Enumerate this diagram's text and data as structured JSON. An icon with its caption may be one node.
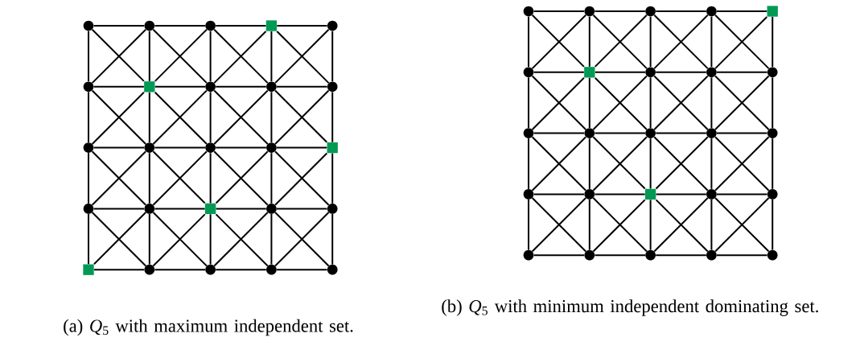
{
  "diagram": {
    "nodes": [
      {
        "text": [],
        "shape": "circle"
      },
      {
        "text": [],
        "shape": "circle"
      },
      {
        "text": [],
        "shape": "circle"
      },
      {
        "text": [],
        "shape": "box"
      },
      {
        "text": [],
        "shape": "circle"
      },
      {
        "text": [],
        "shape": "circle"
      },
      {
        "text": [],
        "shape": "box"
      },
      {
        "text": [],
        "shape": "circle"
      },
      {
        "text": [],
        "shape": "circle"
      },
      {
        "text": [],
        "shape": "circle"
      },
      {
        "text": [],
        "shape": "circle"
      },
      {
        "text": [],
        "shape": "circle"
      },
      {
        "text": [],
        "shape": "circle"
      },
      {
        "text": [],
        "shape": "circle"
      },
      {
        "text": [],
        "shape": "box"
      },
      {
        "text": [],
        "shape": "circle"
      },
      {
        "text": [],
        "shape": "circle"
      },
      {
        "text": [],
        "shape": "box"
      },
      {
        "text": [],
        "shape": "circle"
      },
      {
        "text": [],
        "shape": "circle"
      },
      {
        "text": [],
        "shape": "box"
      },
      {
        "text": [],
        "shape": "circle"
      },
      {
        "text": [],
        "shape": "circle"
      },
      {
        "text": [],
        "shape": "circle"
      },
      {
        "text": [],
        "shape": "circle"
      },
      {
        "text": [],
        "shape": "circle"
      },
      {
        "text": [],
        "shape": "circle"
      },
      {
        "text": [],
        "shape": "circle"
      },
      {
        "text": [],
        "shape": "circle"
      },
      {
        "text": [],
        "shape": "box"
      },
      {
        "text": [],
        "shape": "circle"
      },
      {
        "text": [],
        "shape": "box"
      },
      {
        "text": [],
        "shape": "circle"
      },
      {
        "text": [],
        "shape": "circle"
      },
      {
        "text": [],
        "shape": "circle"
      },
      {
        "text": [],
        "shape": "circle"
      },
      {
        "text": [],
        "shape": "circle"
      },
      {
        "text": [],
        "shape": "circle"
      },
      {
        "text": [],
        "shape": "circle"
      },
      {
        "text": [],
        "shape": "circle"
      },
      {
        "text": [],
        "shape": "circle"
      },
      {
        "text": [],
        "shape": "circle"
      },
      {
        "text": [],
        "shape": "box"
      },
      {
        "text": [],
        "shape": "circle"
      },
      {
        "text": [],
        "shape": "circle"
      },
      {
        "text": [],
        "shape": "circle"
      },
      {
        "text": [],
        "shape": "circle"
      },
      {
        "text": [],
        "shape": "circle"
      },
      {
        "text": [],
        "shape": "circle"
      },
      {
        "text": [],
        "shape": "circle"
      }
    ],
    "edges": [
      {
        "from": 0,
        "to": 1,
        "arrow": "none"
      },
      {
        "from": 0,
        "to": 5,
        "arrow": "none"
      },
      {
        "from": 0,
        "to": 6,
        "arrow": "none"
      },
      {
        "from": 1,
        "to": 2,
        "arrow": "none"
      },
      {
        "from": 1,
        "to": 6,
        "arrow": "none"
      },
      {
        "from": 1,
        "to": 7,
        "arrow": "none"
      },
      {
        "from": 1,
        "to": 5,
        "arrow": "none"
      },
      {
        "from": 2,
        "to": 3,
        "arrow": "none"
      },
      {
        "from": 2,
        "to": 7,
        "arrow": "none"
      },
      {
        "from": 2,
        "to": 8,
        "arrow": "none"
      },
      {
        "from": 2,
        "to": 6,
        "arrow": "none"
      },
      {
        "from": 3,
        "to": 4,
        "arrow": "none"
      },
      {
        "from": 3,
        "to": 8,
        "arrow": "none"
      },
      {
        "from": 3,
        "to": 9,
        "arrow": "none"
      },
      {
        "from": 3,
        "to": 7,
        "arrow": "none"
      },
      {
        "from": 4,
        "to": 9,
        "arrow": "none"
      },
      {
        "from": 4,
        "to": 8,
        "arrow": "none"
      },
      {
        "from": 5,
        "to": 6,
        "arrow": "none"
      },
      {
        "from": 5,
        "to": 10,
        "arrow": "none"
      },
      {
        "from": 5,
        "to": 11,
        "arrow": "none"
      },
      {
        "from": 6,
        "to": 7,
        "arrow": "none"
      },
      {
        "from": 6,
        "to": 11,
        "arrow": "none"
      },
      {
        "from": 6,
        "to": 12,
        "arrow": "none"
      },
      {
        "from": 6,
        "to": 10,
        "arrow": "none"
      },
      {
        "from": 7,
        "to": 8,
        "arrow": "none"
      },
      {
        "from": 7,
        "to": 12,
        "arrow": "none"
      },
      {
        "from": 7,
        "to": 13,
        "arrow": "none"
      },
      {
        "from": 7,
        "to": 11,
        "arrow": "none"
      },
      {
        "from": 8,
        "to": 9,
        "arrow": "none"
      },
      {
        "from": 8,
        "to": 13,
        "arrow": "none"
      },
      {
        "from": 8,
        "to": 14,
        "arrow": "none"
      },
      {
        "from": 8,
        "to": 12,
        "arrow": "none"
      },
      {
        "from": 9,
        "to": 14,
        "arrow": "none"
      },
      {
        "from": 9,
        "to": 13,
        "arrow": "none"
      },
      {
        "from": 10,
        "to": 11,
        "arrow": "none"
      },
      {
        "from": 10,
        "to": 15,
        "arrow": "none"
      },
      {
        "from": 10,
        "to": 16,
        "arrow": "none"
      },
      {
        "from": 11,
        "to": 12,
        "arrow": "none"
      },
      {
        "from": 11,
        "to": 16,
        "arrow": "none"
      },
      {
        "from": 11,
        "to": 17,
        "arrow": "none"
      },
      {
        "from": 11,
        "to": 15,
        "arrow": "none"
      },
      {
        "from": 12,
        "to": 13,
        "arrow": "none"
      },
      {
        "from": 12,
        "to": 17,
        "arrow": "none"
      },
      {
        "from": 12,
        "to": 18,
        "arrow": "none"
      },
      {
        "from": 12,
        "to": 16,
        "arrow": "none"
      },
      {
        "from": 13,
        "to": 14,
        "arrow": "none"
      },
      {
        "from": 13,
        "to": 18,
        "arrow": "none"
      },
      {
        "from": 13,
        "to": 19,
        "arrow": "none"
      },
      {
        "from": 13,
        "to": 17,
        "arrow": "none"
      },
      {
        "from": 14,
        "to": 19,
        "arrow": "none"
      },
      {
        "from": 14,
        "to": 18,
        "arrow": "none"
      },
      {
        "from": 15,
        "to": 16,
        "arrow": "none"
      },
      {
        "from": 15,
        "to": 20,
        "arrow": "none"
      },
      {
        "from": 15,
        "to": 21,
        "arrow": "none"
      },
      {
        "from": 16,
        "to": 17,
        "arrow": "none"
      },
      {
        "from": 16,
        "to": 21,
        "arrow": "none"
      },
      {
        "from": 16,
        "to": 22,
        "arrow": "none"
      },
      {
        "from": 16,
        "to": 20,
        "arrow": "none"
      },
      {
        "from": 17,
        "to": 18,
        "arrow": "none"
      },
      {
        "from": 17,
        "to": 22,
        "arrow": "none"
      },
      {
        "from": 17,
        "to": 23,
        "arrow": "none"
      },
      {
        "from": 17,
        "to": 21,
        "arrow": "none"
      },
      {
        "from": 18,
        "to": 19,
        "arrow": "none"
      },
      {
        "from": 18,
        "to": 23,
        "arrow": "none"
      },
      {
        "from": 18,
        "to": 24,
        "arrow": "none"
      },
      {
        "from": 18,
        "to": 22,
        "arrow": "none"
      },
      {
        "from": 19,
        "to": 24,
        "arrow": "none"
      },
      {
        "from": 19,
        "to": 23,
        "arrow": "none"
      },
      {
        "from": 20,
        "to": 21,
        "arrow": "none"
      },
      {
        "from": 21,
        "to": 22,
        "arrow": "none"
      },
      {
        "from": 22,
        "to": 23,
        "arrow": "none"
      },
      {
        "from": 23,
        "to": 24,
        "arrow": "none"
      },
      {
        "from": 25,
        "to": 26,
        "arrow": "none"
      },
      {
        "from": 25,
        "to": 30,
        "arrow": "none"
      },
      {
        "from": 25,
        "to": 31,
        "arrow": "none"
      },
      {
        "from": 26,
        "to": 27,
        "arrow": "none"
      },
      {
        "from": 26,
        "to": 31,
        "arrow": "none"
      },
      {
        "from": 26,
        "to": 32,
        "arrow": "none"
      },
      {
        "from": 26,
        "to": 30,
        "arrow": "none"
      },
      {
        "from": 27,
        "to": 28,
        "arrow": "none"
      },
      {
        "from": 27,
        "to": 32,
        "arrow": "none"
      },
      {
        "from": 27,
        "to": 33,
        "arrow": "none"
      },
      {
        "from": 27,
        "to": 31,
        "arrow": "none"
      },
      {
        "from": 28,
        "to": 29,
        "arrow": "none"
      },
      {
        "from": 28,
        "to": 33,
        "arrow": "none"
      },
      {
        "from": 28,
        "to": 34,
        "arrow": "none"
      },
      {
        "from": 28,
        "to": 32,
        "arrow": "none"
      },
      {
        "from": 29,
        "to": 34,
        "arrow": "none"
      },
      {
        "from": 29,
        "to": 33,
        "arrow": "none"
      },
      {
        "from": 30,
        "to": 31,
        "arrow": "none"
      },
      {
        "from": 30,
        "to": 35,
        "arrow": "none"
      },
      {
        "from": 30,
        "to": 36,
        "arrow": "none"
      },
      {
        "from": 31,
        "to": 32,
        "arrow": "none"
      },
      {
        "from": 31,
        "to": 36,
        "arrow": "none"
      },
      {
        "from": 31,
        "to": 37,
        "arrow": "none"
      },
      {
        "from": 31,
        "to": 35,
        "arrow": "none"
      },
      {
        "from": 32,
        "to": 33,
        "arrow": "none"
      },
      {
        "from": 32,
        "to": 37,
        "arrow": "none"
      },
      {
        "from": 32,
        "to": 38,
        "arrow": "none"
      },
      {
        "from": 32,
        "to": 36,
        "arrow": "none"
      },
      {
        "from": 33,
        "to": 34,
        "arrow": "none"
      },
      {
        "from": 33,
        "to": 38,
        "arrow": "none"
      },
      {
        "from": 33,
        "to": 39,
        "arrow": "none"
      },
      {
        "from": 33,
        "to": 37,
        "arrow": "none"
      },
      {
        "from": 34,
        "to": 39,
        "arrow": "none"
      },
      {
        "from": 34,
        "to": 38,
        "arrow": "none"
      },
      {
        "from": 35,
        "to": 36,
        "arrow": "none"
      },
      {
        "from": 35,
        "to": 40,
        "arrow": "none"
      },
      {
        "from": 35,
        "to": 41,
        "arrow": "none"
      },
      {
        "from": 36,
        "to": 37,
        "arrow": "none"
      },
      {
        "from": 36,
        "to": 41,
        "arrow": "none"
      },
      {
        "from": 36,
        "to": 42,
        "arrow": "none"
      },
      {
        "from": 36,
        "to": 40,
        "arrow": "none"
      },
      {
        "from": 37,
        "to": 38,
        "arrow": "none"
      },
      {
        "from": 37,
        "to": 42,
        "arrow": "none"
      },
      {
        "from": 37,
        "to": 43,
        "arrow": "none"
      },
      {
        "from": 37,
        "to": 41,
        "arrow": "none"
      },
      {
        "from": 38,
        "to": 39,
        "arrow": "none"
      },
      {
        "from": 38,
        "to": 43,
        "arrow": "none"
      },
      {
        "from": 38,
        "to": 44,
        "arrow": "none"
      },
      {
        "from": 38,
        "to": 42,
        "arrow": "none"
      },
      {
        "from": 39,
        "to": 44,
        "arrow": "none"
      },
      {
        "from": 39,
        "to": 43,
        "arrow": "none"
      },
      {
        "from": 40,
        "to": 41,
        "arrow": "none"
      },
      {
        "from": 40,
        "to": 45,
        "arrow": "none"
      },
      {
        "from": 40,
        "to": 46,
        "arrow": "none"
      },
      {
        "from": 41,
        "to": 42,
        "arrow": "none"
      },
      {
        "from": 41,
        "to": 46,
        "arrow": "none"
      },
      {
        "from": 41,
        "to": 47,
        "arrow": "none"
      },
      {
        "from": 41,
        "to": 45,
        "arrow": "none"
      },
      {
        "from": 42,
        "to": 43,
        "arrow": "none"
      },
      {
        "from": 42,
        "to": 47,
        "arrow": "none"
      },
      {
        "from": 42,
        "to": 48,
        "arrow": "none"
      },
      {
        "from": 42,
        "to": 46,
        "arrow": "none"
      },
      {
        "from": 43,
        "to": 44,
        "arrow": "none"
      },
      {
        "from": 43,
        "to": 48,
        "arrow": "none"
      },
      {
        "from": 43,
        "to": 49,
        "arrow": "none"
      },
      {
        "from": 43,
        "to": 47,
        "arrow": "none"
      },
      {
        "from": 44,
        "to": 49,
        "arrow": "none"
      },
      {
        "from": 44,
        "to": 48,
        "arrow": "none"
      },
      {
        "from": 45,
        "to": 46,
        "arrow": "none"
      },
      {
        "from": 46,
        "to": 47,
        "arrow": "none"
      },
      {
        "from": 47,
        "to": 48,
        "arrow": "none"
      },
      {
        "from": 48,
        "to": 49,
        "arrow": "none"
      }
    ],
    "labels": [
      "(a) *Q*$_{5}$ with maximum independent set.",
      "(b) *Q*$_{5}$ with minimum independent dominating set."
    ]
  }
}
